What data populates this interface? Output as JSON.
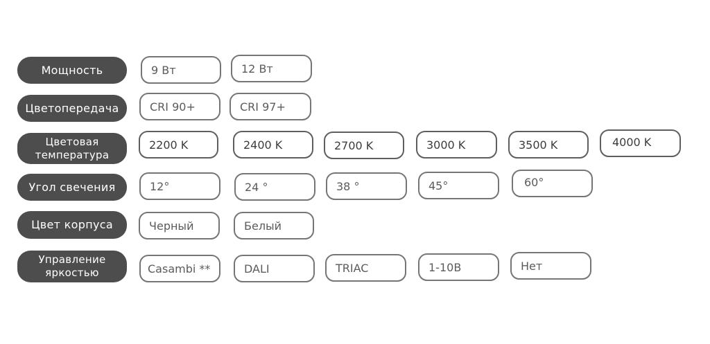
{
  "rows": [
    {
      "label": "Мощность",
      "options": [
        "9 Вт",
        "12 Вт"
      ]
    },
    {
      "label": "Цветопередача",
      "options": [
        "CRI 90+",
        "CRI 97+"
      ]
    },
    {
      "label_lines": [
        "Цветовая",
        "температура"
      ],
      "options": [
        "2200 K",
        "2400 K",
        "2700 K",
        "3000 K",
        "3500 K",
        "4000 K"
      ]
    },
    {
      "label": "Угол свечения",
      "options": [
        "12°",
        "24 °",
        "38 °",
        "45°",
        "60°"
      ]
    },
    {
      "label": "Цвет корпуса",
      "options": [
        "Черный",
        "Белый"
      ]
    },
    {
      "label_lines": [
        "Управление",
        "яркостью"
      ],
      "options": [
        "Casambi **",
        "DALI",
        "TRIAC",
        "1-10В",
        "Нет"
      ]
    }
  ]
}
